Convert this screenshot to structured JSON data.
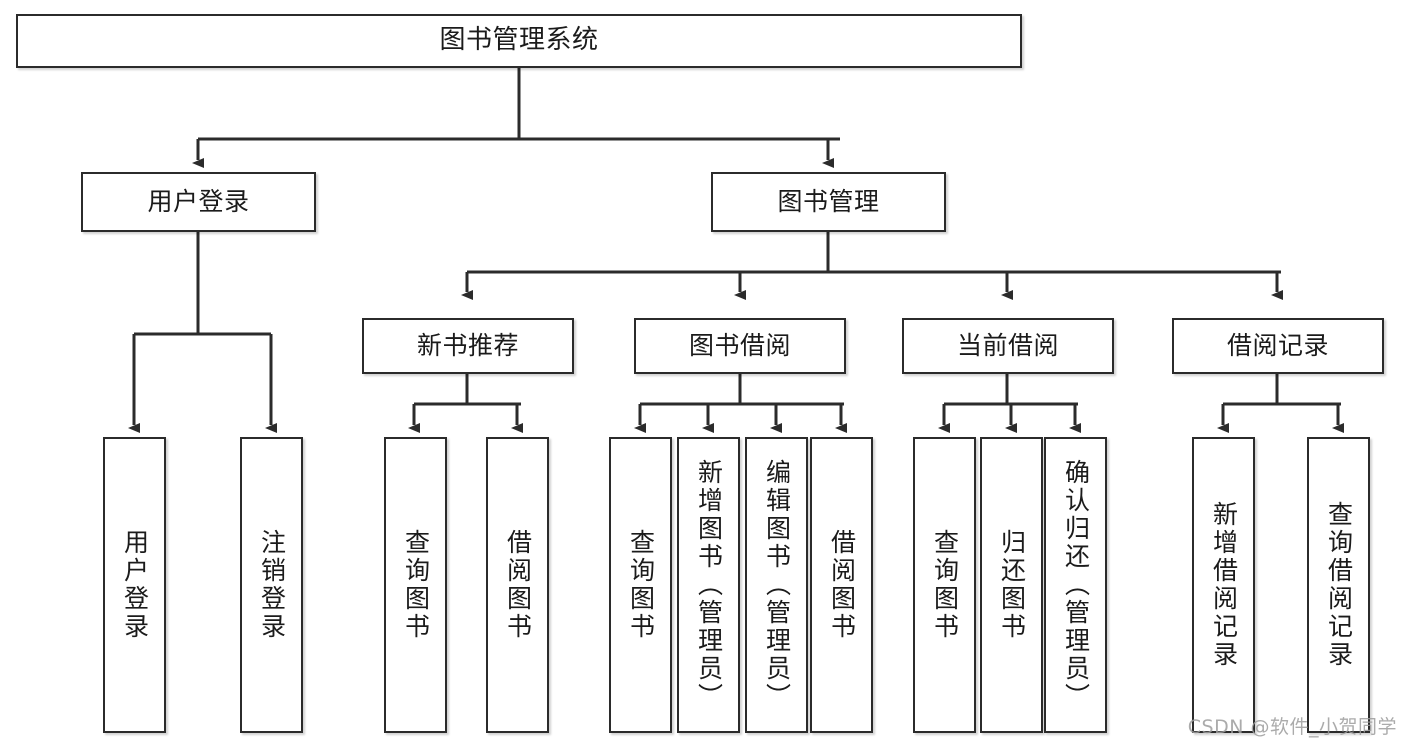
{
  "diagram": {
    "title_node": "图书管理系统",
    "watermark": "CSDN @软件_小贺同学",
    "stroke_color": "#2b2b2b",
    "fill_color": "#ffffff",
    "text_color": "#1b1b1b",
    "nodes": {
      "root": {
        "label": "图书管理系统"
      },
      "level2": [
        {
          "id": "user-login",
          "label": "用户登录"
        },
        {
          "id": "book-manage",
          "label": "图书管理"
        }
      ],
      "level3": [
        {
          "id": "new-book-recommend",
          "label": "新书推荐"
        },
        {
          "id": "book-borrow",
          "label": "图书借阅"
        },
        {
          "id": "current-borrow",
          "label": "当前借阅"
        },
        {
          "id": "borrow-record",
          "label": "借阅记录"
        }
      ],
      "leaves": {
        "user-login": [
          {
            "id": "leaf-user-login",
            "label": "用户登录"
          },
          {
            "id": "leaf-logout-login",
            "label": "注销登录"
          }
        ],
        "new-book-recommend": [
          {
            "id": "leaf-query-book-1",
            "label": "查询图书"
          },
          {
            "id": "leaf-borrow-book-1",
            "label": "借阅图书"
          }
        ],
        "book-borrow": [
          {
            "id": "leaf-query-book-2",
            "label": "查询图书"
          },
          {
            "id": "leaf-add-book",
            "label": "新增图书（管理员）"
          },
          {
            "id": "leaf-edit-book",
            "label": "编辑图书（管理员）"
          },
          {
            "id": "leaf-borrow-book-2",
            "label": "借阅图书"
          }
        ],
        "current-borrow": [
          {
            "id": "leaf-query-book-3",
            "label": "查询图书"
          },
          {
            "id": "leaf-return-book",
            "label": "归还图书"
          },
          {
            "id": "leaf-confirm-return",
            "label": "确认归还（管理员）"
          }
        ],
        "borrow-record": [
          {
            "id": "leaf-add-record",
            "label": "新增借阅记录"
          },
          {
            "id": "leaf-query-record",
            "label": "查询借阅记录"
          }
        ]
      }
    }
  }
}
